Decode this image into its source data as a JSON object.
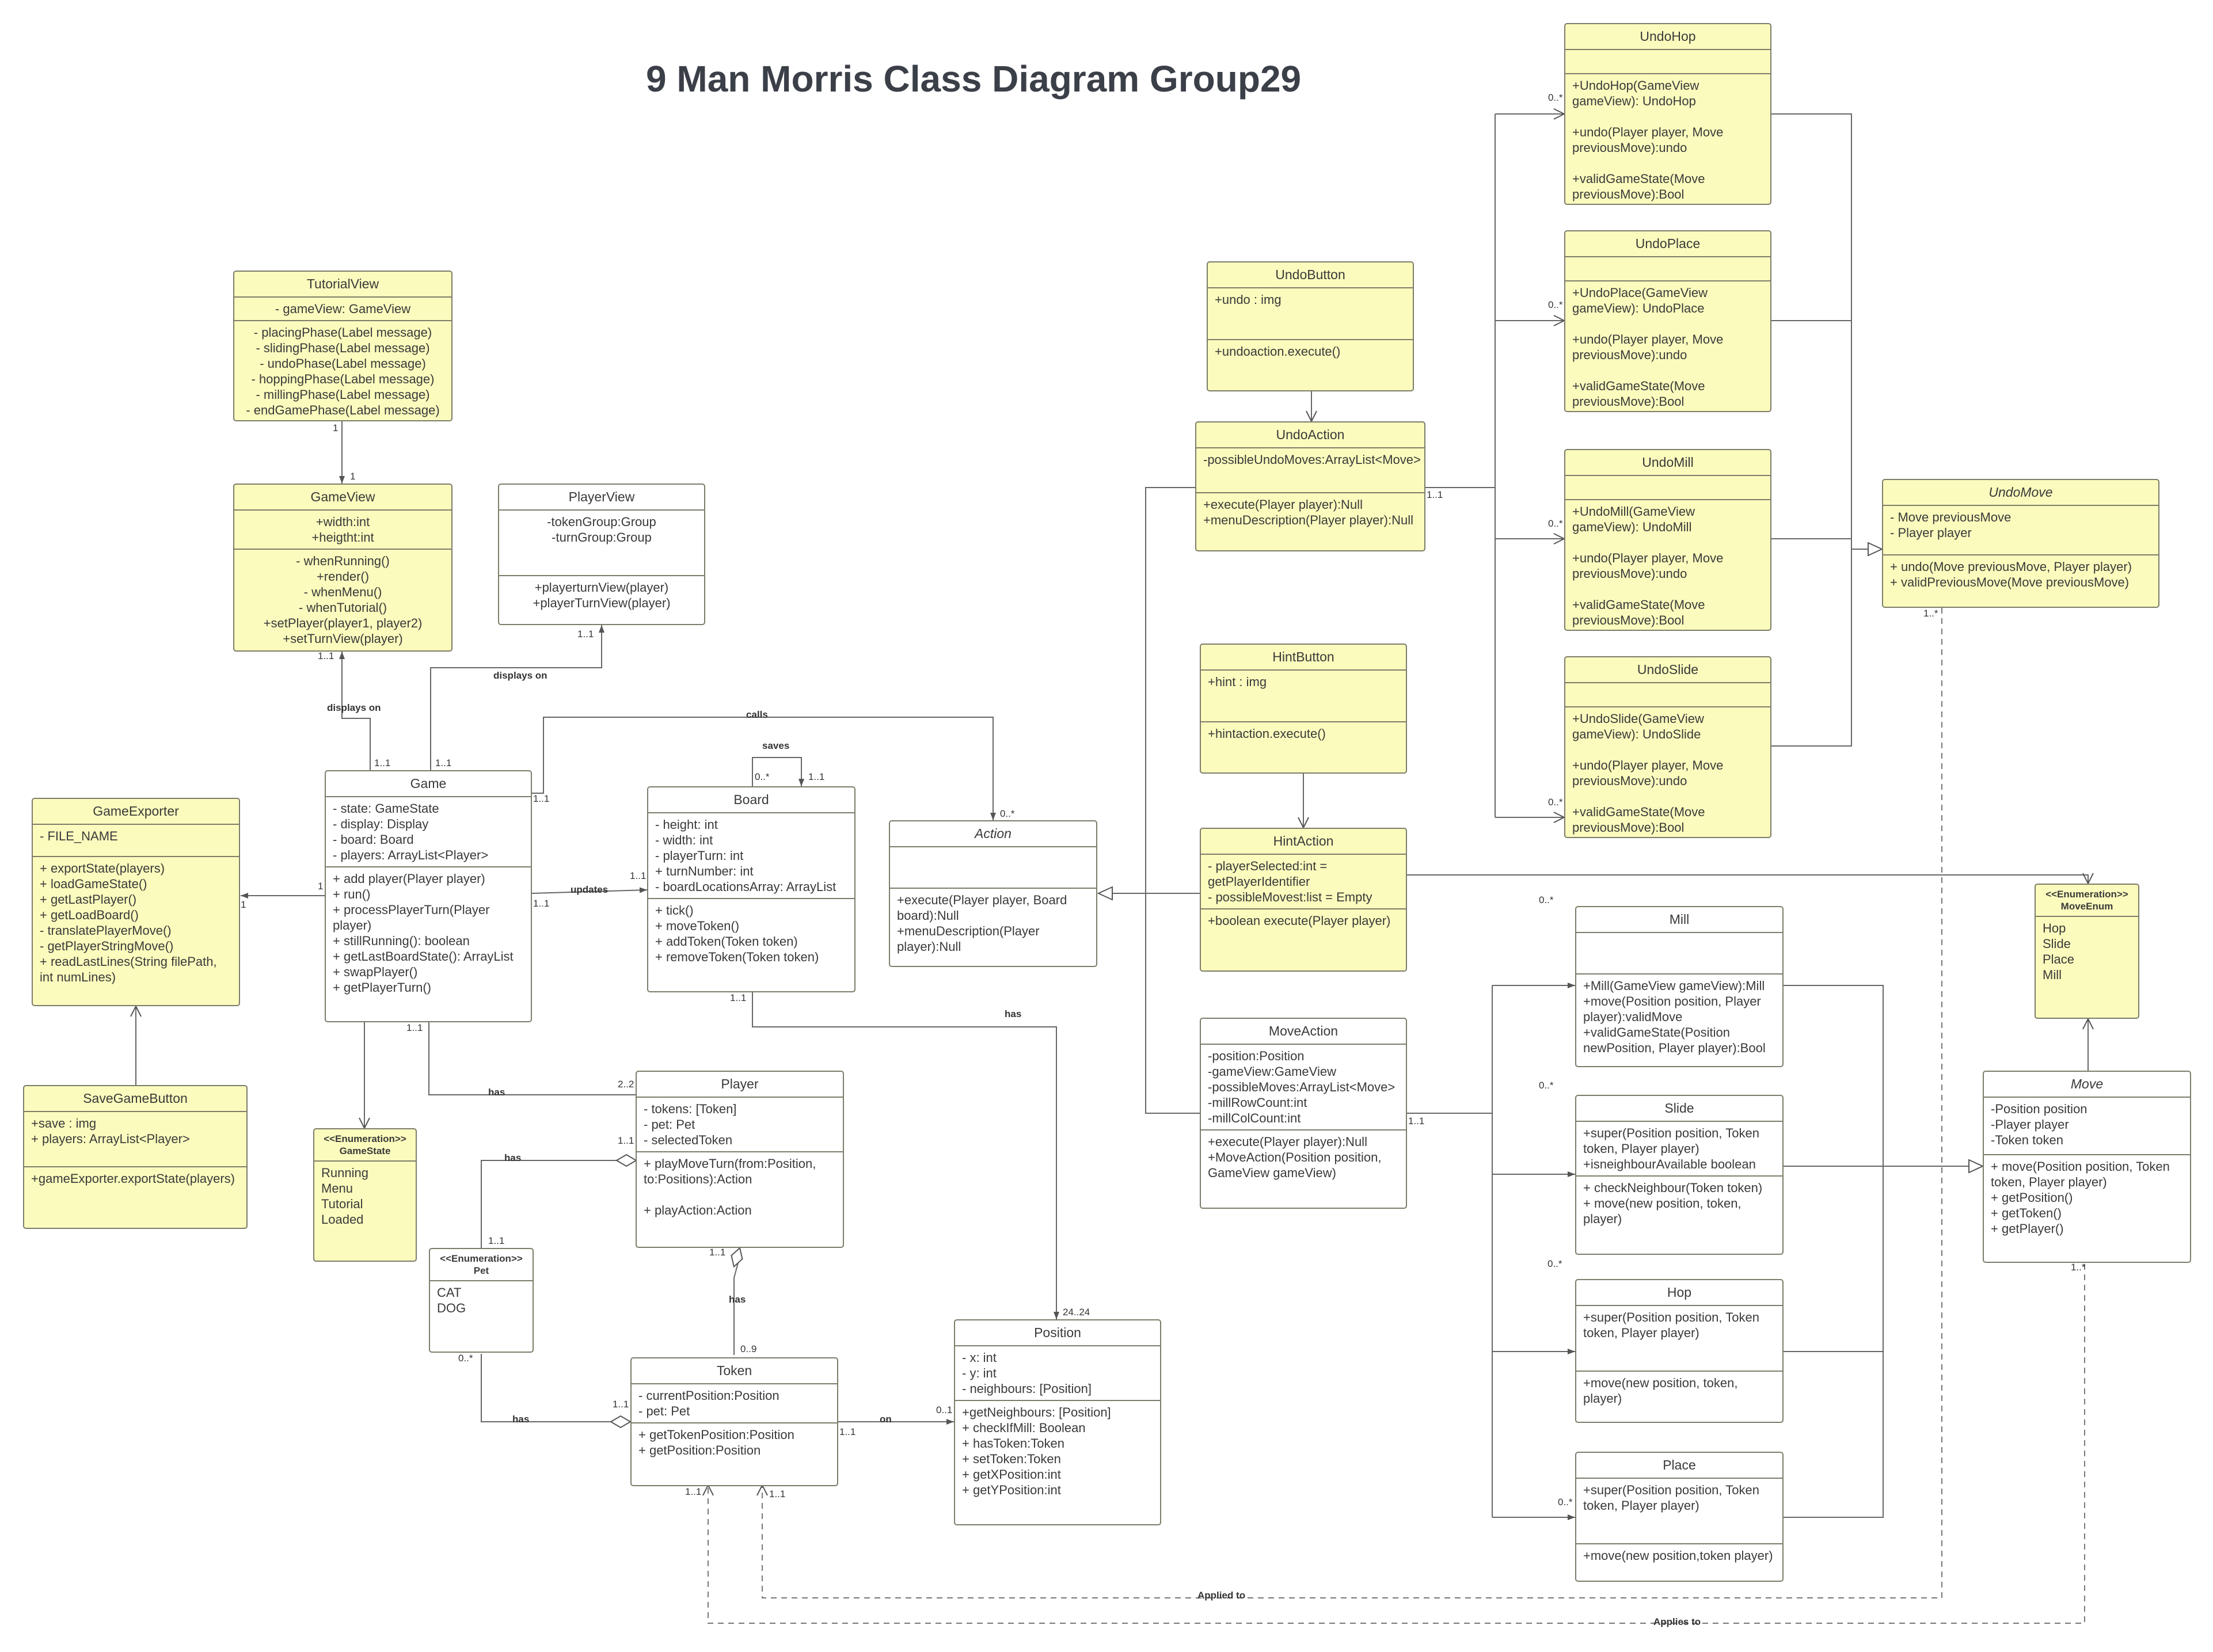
{
  "title": "9 Man Morris Class Diagram Group29",
  "colors": {
    "class_fill": "#fbfbbd",
    "class_border": "#7c7c6a",
    "line": "#5a5a5a",
    "white_fill": "#ffffff"
  },
  "classes": {
    "tutorial_view": {
      "name": "TutorialView",
      "sections": [
        "- gameView: GameView",
        "- placingPhase(Label message)\n- slidingPhase(Label message)\n- undoPhase(Label message)\n- hoppingPhase(Label message)\n- millingPhase(Label message)\n- endGamePhase(Label message)"
      ]
    },
    "game_view": {
      "name": "GameView",
      "sections": [
        "+width:int\n+heigtht:int",
        "- whenRunning()\n+render()\n- whenMenu()\n- whenTutorial()\n+setPlayer(player1, player2)\n+setTurnView(player)"
      ]
    },
    "player_view": {
      "name": "PlayerView",
      "sections": [
        "-tokenGroup:Group\n-turnGroup:Group",
        "+playerturnView(player)\n+playerTurnView(player)"
      ]
    },
    "game_exporter": {
      "name": "GameExporter",
      "sections": [
        "- FILE_NAME",
        "+ exportState(players)\n+ loadGameState()\n+ getLastPlayer()\n+ getLoadBoard()\n- translatePlayerMove()\n- getPlayerStringMove()\n+ readLastLines(String filePath,\nint numLines)"
      ]
    },
    "save_game_button": {
      "name": "SaveGameButton",
      "sections": [
        "+save : img\n+ players: ArrayList<Player>",
        "+gameExporter.exportState(players)"
      ]
    },
    "game": {
      "name": "Game",
      "sections": [
        "- state: GameState\n- display: Display\n- board: Board\n- players: ArrayList<Player>",
        "+ add player(Player player)\n+ run()\n+ processPlayerTurn(Player\nplayer)\n+ stillRunning(): boolean\n+ getLastBoardState(): ArrayList\n+ swapPlayer()\n+ getPlayerTurn()"
      ]
    },
    "game_state": {
      "name": "<<Enumeration>>\nGameState",
      "sections": [
        "Running\nMenu\nTutorial\nLoaded"
      ]
    },
    "board": {
      "name": "Board",
      "sections": [
        "- height: int\n- width: int\n- playerTurn: int\n+ turnNumber: int\n- boardLocationsArray: ArrayList",
        "+ tick()\n+ moveToken()\n+ addToken(Token token)\n+ removeToken(Token token)"
      ]
    },
    "action": {
      "name": "Action",
      "sections": [
        "",
        "+execute(Player player, Board\nboard):Null\n+menuDescription(Player\nplayer):Null"
      ]
    },
    "player": {
      "name": "Player",
      "sections": [
        "- tokens: [Token]\n- pet: Pet\n- selectedToken",
        "+ playMoveTurn(from:Position,\nto:Positions):Action\n\n+ playAction:Action"
      ]
    },
    "pet": {
      "name": "<<Enumeration>>\nPet",
      "sections": [
        "CAT\nDOG"
      ]
    },
    "token": {
      "name": "Token",
      "sections": [
        "- currentPosition:Position\n- pet: Pet",
        "+ getTokenPosition:Position\n+ getPosition:Position"
      ]
    },
    "position": {
      "name": "Position",
      "sections": [
        "- x: int\n- y: int\n- neighbours: [Position]",
        "+getNeighbours: [Position]\n+ checkIfMill: Boolean\n+ hasToken:Token\n+ setToken:Token\n+ getXPosition:int\n+ getYPosition:int"
      ]
    },
    "undo_button": {
      "name": "UndoButton",
      "sections": [
        "+undo : img",
        "+undoaction.execute()"
      ]
    },
    "undo_action": {
      "name": "UndoAction",
      "sections": [
        "-possibleUndoMoves:ArrayList<Move>",
        "+execute(Player player):Null\n+menuDescription(Player player):Null"
      ]
    },
    "hint_button": {
      "name": "HintButton",
      "sections": [
        "+hint : img",
        "+hintaction.execute()"
      ]
    },
    "hint_action": {
      "name": "HintAction",
      "sections": [
        "- playerSelected:int =\ngetPlayerIdentifier\n- possibleMovest:list = Empty",
        "+boolean execute(Player player)"
      ]
    },
    "move_action": {
      "name": "MoveAction",
      "sections": [
        "-position:Position\n-gameView:GameView\n-possibleMoves:ArrayList<Move>\n-millRowCount:int\n-millColCount:int",
        "+execute(Player player):Null\n+MoveAction(Position position,\nGameView gameView)"
      ]
    },
    "undo_hop": {
      "name": "UndoHop",
      "sections": [
        "",
        "+UndoHop(GameView\ngameView): UndoHop\n\n+undo(Player player, Move\npreviousMove):undo\n\n+validGameState(Move\npreviousMove):Bool"
      ]
    },
    "undo_place": {
      "name": "UndoPlace",
      "sections": [
        "",
        "+UndoPlace(GameView\ngameView): UndoPlace\n\n+undo(Player player, Move\npreviousMove):undo\n\n+validGameState(Move\npreviousMove):Bool"
      ]
    },
    "undo_mill": {
      "name": "UndoMill",
      "sections": [
        "",
        "+UndoMill(GameView\ngameView): UndoMill\n\n+undo(Player player, Move\npreviousMove):undo\n\n+validGameState(Move\npreviousMove):Bool"
      ]
    },
    "undo_slide": {
      "name": "UndoSlide",
      "sections": [
        "",
        "+UndoSlide(GameView\ngameView): UndoSlide\n\n+undo(Player player, Move\npreviousMove):undo\n\n+validGameState(Move\npreviousMove):Bool"
      ]
    },
    "undo_move": {
      "name": "UndoMove",
      "sections": [
        "- Move previousMove\n- Player player",
        "+ undo(Move previousMove, Player player)\n+ validPreviousMove(Move previousMove)"
      ]
    },
    "move_enum": {
      "name": "<<Enumeration>>\nMoveEnum",
      "sections": [
        "Hop\nSlide\nPlace\nMill"
      ]
    },
    "move": {
      "name": "Move",
      "sections": [
        "-Position position\n-Player player\n-Token token",
        "+ move(Position position, Token\ntoken, Player player)\n+ getPosition()\n+ getToken()\n+ getPlayer()"
      ]
    },
    "mill": {
      "name": "Mill",
      "sections": [
        "",
        "+Mill(GameView gameView):Mill\n+move(Position position, Player\nplayer):validMove\n+validGameState(Position\nnewPosition, Player player):Bool"
      ]
    },
    "slide": {
      "name": "Slide",
      "sections": [
        "+super(Position position, Token\ntoken, Player player)\n+isneighbourAvailable boolean",
        "+ checkNeighbour(Token token)\n+ move(new position, token,\nplayer)"
      ]
    },
    "hop": {
      "name": "Hop",
      "sections": [
        "+super(Position position, Token\ntoken, Player player)",
        "+move(new position, token,\nplayer)"
      ]
    },
    "place": {
      "name": "Place",
      "sections": [
        "+super(Position position, Token\ntoken, Player player)",
        "+move(new position,token player)"
      ]
    }
  },
  "labels": {
    "displays_on_1": "displays on",
    "displays_on_2": "displays on",
    "calls": "calls",
    "saves": "saves",
    "updates": "updates",
    "has_game_player": "has",
    "has_player_pet": "has",
    "has_player_token": "has",
    "has_token_pet": "has",
    "has_board_position": "has",
    "on": "on",
    "applied_to": "Applied to",
    "applies_to": "Applies to",
    "m_tv_1": "1",
    "m_gv_1": "1",
    "m_gv_11": "1..1",
    "m_game_11a": "1..1",
    "m_game_11b": "1..1",
    "m_pv_11": "1..1",
    "m_game_calls": "1..1",
    "m_action_0s": "0..*",
    "m_board_0s": "0..*",
    "m_board_11": "1..1",
    "m_game_1": "1",
    "m_exp_1": "1",
    "m_game_upd": "1..1",
    "m_board_upd": "1..1",
    "m_game_has": "1..1",
    "m_player_22": "2..2",
    "m_player_pet": "1..1",
    "m_pet_11": "1..1",
    "m_player_tok": "1..1",
    "m_token_09": "0..9",
    "m_board_bottom": "1..1",
    "m_pos_2424": "24..24",
    "m_pet_0s": "0..*",
    "m_token_pet": "1..1",
    "m_token_on": "1..1",
    "m_pos_01": "0..1",
    "m_token_11a": "1..1",
    "m_token_11b": "1..1",
    "m_undoact_11": "1..1",
    "m_uh_0s": "0..*",
    "m_up_0s": "0..*",
    "m_um_0s": "0..*",
    "m_us_0s": "0..*",
    "m_undomove_1s": "1..*",
    "m_mill_0s": "0..*",
    "m_slide_0s": "0..*",
    "m_hop_0s": "0..*",
    "m_place_0s": "0..*",
    "m_moveact_11": "1..1",
    "m_move_1s": "1..*"
  }
}
